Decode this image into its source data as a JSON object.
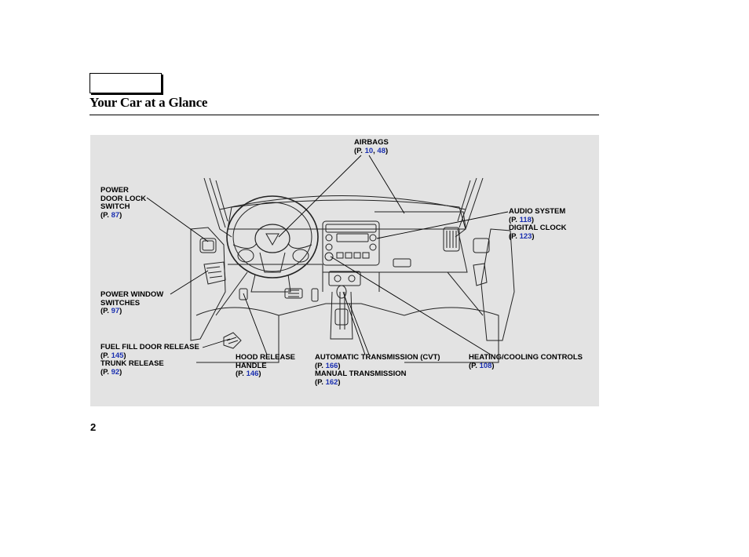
{
  "header": {
    "title": "Your Car at a Glance"
  },
  "footer": {
    "page_number": "2"
  },
  "callouts": {
    "airbags": {
      "label": "AIRBAGS",
      "prefix": "(P.",
      "page1": "10",
      "sep": ",",
      "page2": "48",
      "suffix": ")"
    },
    "power_door_lock": {
      "line1": "POWER",
      "line2": "DOOR LOCK",
      "line3": "SWITCH",
      "prefix": "(P.",
      "page": "87",
      "suffix": ")"
    },
    "audio_system": {
      "label": "AUDIO SYSTEM",
      "prefix": "(P.",
      "page": "118",
      "suffix": ")"
    },
    "digital_clock": {
      "label": "DIGITAL CLOCK",
      "prefix": "(P.",
      "page": "123",
      "suffix": ")"
    },
    "power_window": {
      "line1": "POWER WINDOW",
      "line2": "SWITCHES",
      "prefix": "(P.",
      "page": "97",
      "suffix": ")"
    },
    "fuel_fill": {
      "label": "FUEL FILL DOOR RELEASE",
      "prefix": "(P.",
      "page": "145",
      "suffix": ")"
    },
    "trunk_release": {
      "label": "TRUNK RELEASE",
      "prefix": "(P.",
      "page": "92",
      "suffix": ")"
    },
    "hood_release": {
      "line1": "HOOD RELEASE",
      "line2": "HANDLE",
      "prefix": "(P.",
      "page": "146",
      "suffix": ")"
    },
    "auto_trans": {
      "label": "AUTOMATIC TRANSMISSION (CVT)",
      "prefix": "(P.",
      "page": "166",
      "suffix": ")"
    },
    "manual_trans": {
      "label": "MANUAL TRANSMISSION",
      "prefix": "(P.",
      "page": "162",
      "suffix": ")"
    },
    "heating": {
      "label": "HEATING/COOLING CONTROLS",
      "prefix": "(P.",
      "page": "108",
      "suffix": ")"
    }
  },
  "colors": {
    "link": "#1a2fb0",
    "panel_bg": "#e3e3e3"
  }
}
